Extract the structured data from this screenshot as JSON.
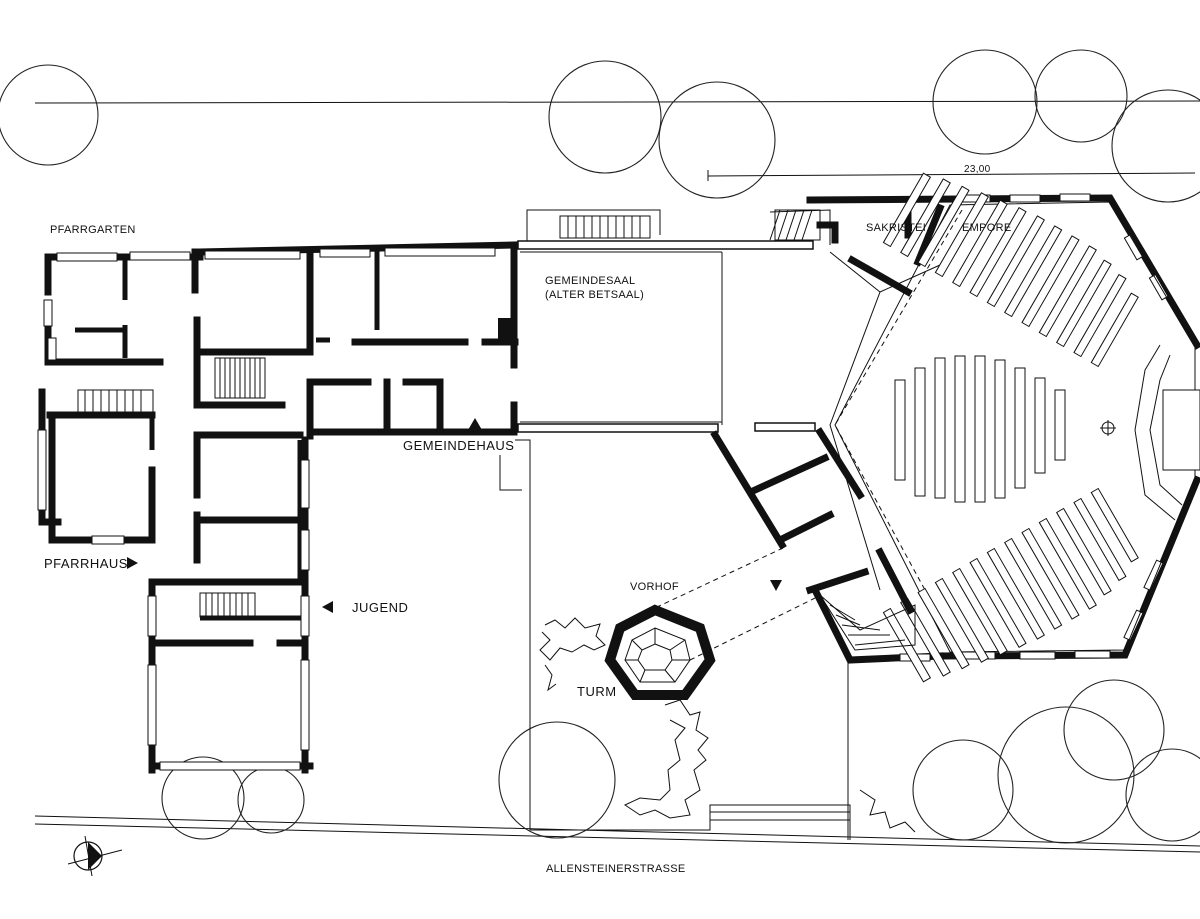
{
  "labels": {
    "pfarrgarten": "PFARRGARTEN",
    "gemeindesaal_line1": "GEMEINDESAAL",
    "gemeindesaal_line2": "(ALTER BETSAAL)",
    "sakristei": "SAKRISTEI",
    "empore": "EMPORE",
    "gemeindehaus": "GEMEINDEHAUS",
    "pfarrhaus": "PFARRHAUS",
    "jugend": "JUGEND",
    "vorhof": "VORHOF",
    "turm": "TURM",
    "street": "ALLENSTEINERSTRASSE",
    "dimension": "23,00"
  },
  "colors": {
    "ink": "#111111",
    "paper": "#ffffff"
  },
  "icons": {
    "north_arrow": "north-arrow-icon",
    "altar": "altar-cross-icon"
  }
}
